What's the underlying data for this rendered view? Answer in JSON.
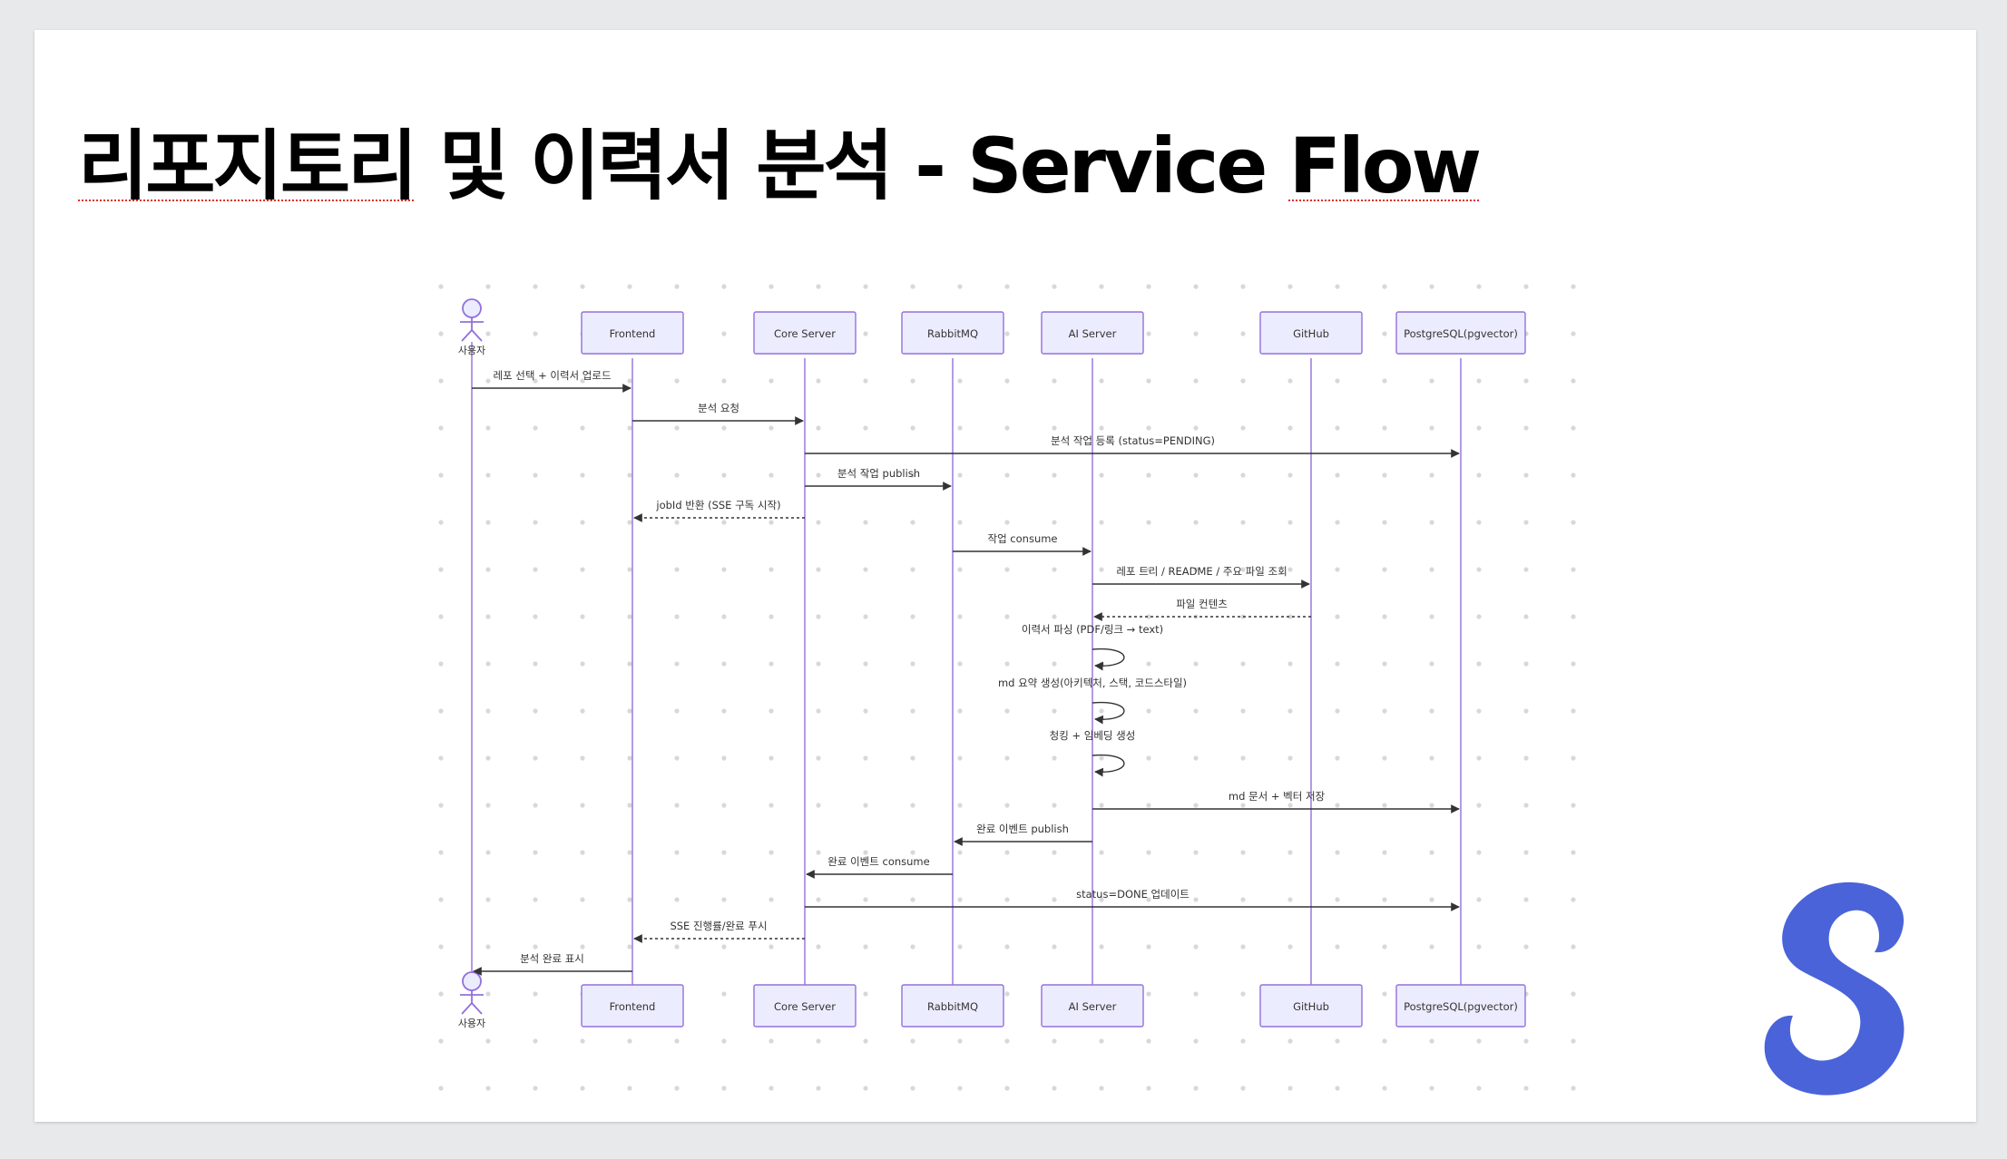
{
  "slide": {
    "title_part1": "리포지토리",
    "title_part2": " 및 이력서 분석 - Service ",
    "title_part3": "Flow"
  },
  "diagram": {
    "actor": "사용자",
    "participants": [
      "Frontend",
      "Core Server",
      "RabbitMQ",
      "AI Server",
      "GitHub",
      "PostgreSQL(pgvector)"
    ],
    "messages": [
      {
        "from": "user",
        "to": "Frontend",
        "label": "레포 선택 + 이력서 업로드",
        "type": "solid"
      },
      {
        "from": "Frontend",
        "to": "Core Server",
        "label": "분석 요청",
        "type": "solid"
      },
      {
        "from": "Core Server",
        "to": "PostgreSQL(pgvector)",
        "label": "분석 작업 등록 (status=PENDING)",
        "type": "solid"
      },
      {
        "from": "Core Server",
        "to": "RabbitMQ",
        "label": "분석 작업 publish",
        "type": "solid"
      },
      {
        "from": "Core Server",
        "to": "Frontend",
        "label": "jobId 반환 (SSE 구독 시작)",
        "type": "dashed"
      },
      {
        "from": "RabbitMQ",
        "to": "AI Server",
        "label": "작업 consume",
        "type": "solid"
      },
      {
        "from": "AI Server",
        "to": "GitHub",
        "label": "레포 트리 / README / 주요 파일 조회",
        "type": "solid"
      },
      {
        "from": "GitHub",
        "to": "AI Server",
        "label": "파일 컨텐츠",
        "type": "dashed"
      },
      {
        "from": "AI Server",
        "to": "AI Server",
        "label": "이력서 파싱 (PDF/링크 → text)",
        "type": "self"
      },
      {
        "from": "AI Server",
        "to": "AI Server",
        "label": "md 요약 생성(아키텍처, 스택, 코드스타일)",
        "type": "self"
      },
      {
        "from": "AI Server",
        "to": "AI Server",
        "label": "청킹 + 임베딩 생성",
        "type": "self"
      },
      {
        "from": "AI Server",
        "to": "PostgreSQL(pgvector)",
        "label": "md 문서 + 벡터 저장",
        "type": "solid"
      },
      {
        "from": "AI Server",
        "to": "RabbitMQ",
        "label": "완료 이벤트 publish",
        "type": "solid"
      },
      {
        "from": "RabbitMQ",
        "to": "Core Server",
        "label": "완료 이벤트 consume",
        "type": "solid"
      },
      {
        "from": "Core Server",
        "to": "PostgreSQL(pgvector)",
        "label": "status=DONE 업데이트",
        "type": "solid"
      },
      {
        "from": "Core Server",
        "to": "Frontend",
        "label": "SSE 진행률/완료 푸시",
        "type": "dashed"
      },
      {
        "from": "Frontend",
        "to": "user",
        "label": "분석 완료 표시",
        "type": "solid"
      }
    ]
  },
  "colors": {
    "box_fill": "#ececff",
    "box_stroke": "#9370db",
    "lifeline": "#9370db",
    "arrow": "#333333",
    "logo": "#4a63d9"
  },
  "icons": {
    "actor": "person-icon",
    "logo": "s-logo-icon"
  }
}
